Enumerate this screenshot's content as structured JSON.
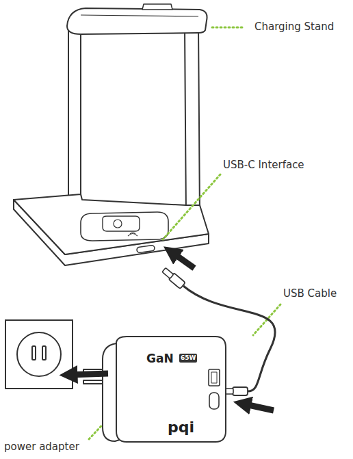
{
  "diagram": {
    "labels": [
      "Charging Stand",
      "USB-C Interface",
      "USB Cable",
      "GaN",
      "65W",
      "pqi",
      "power adapter"
    ]
  }
}
